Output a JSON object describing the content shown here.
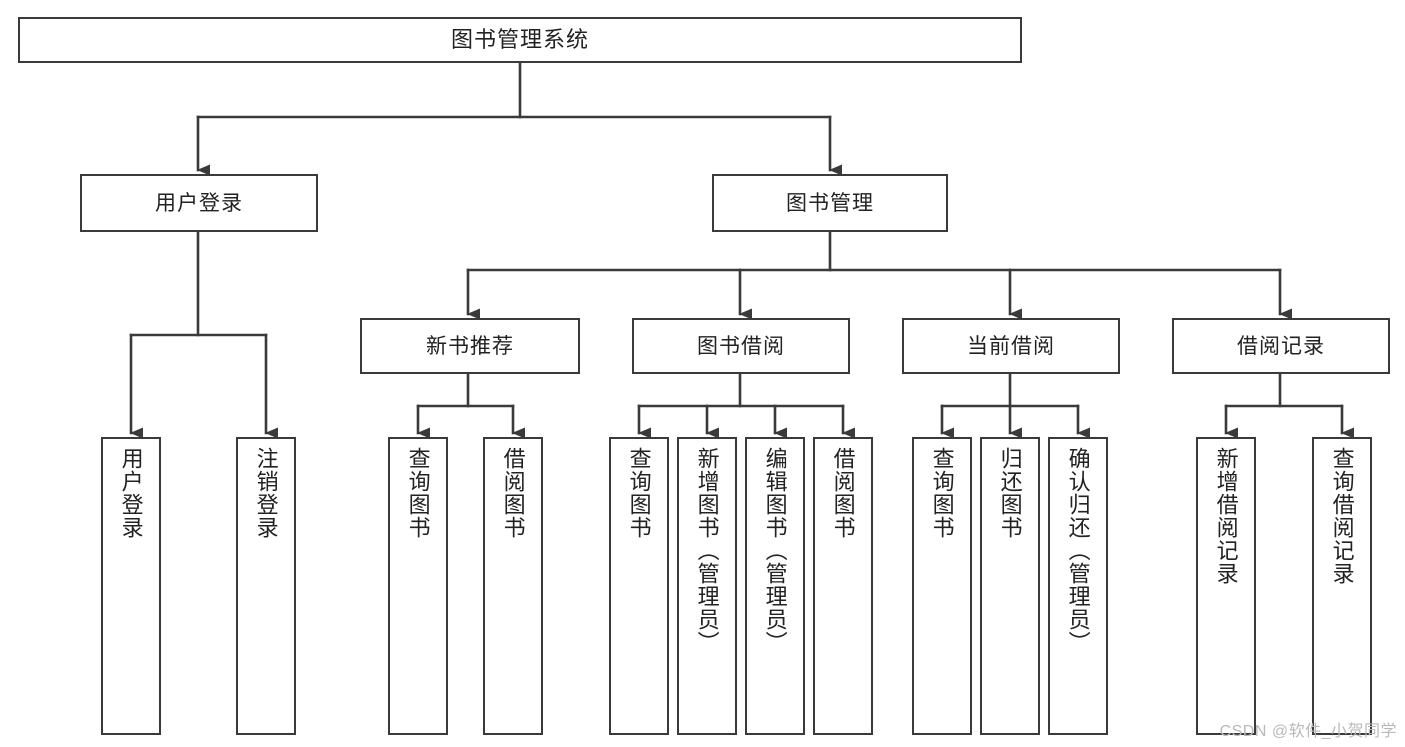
{
  "diagram": {
    "title": "图书管理系统",
    "type": "tree-hierarchy",
    "root": {
      "label": "图书管理系统"
    },
    "level2": [
      {
        "label": "用户登录"
      },
      {
        "label": "图书管理"
      }
    ],
    "level3": [
      {
        "label": "新书推荐"
      },
      {
        "label": "图书借阅"
      },
      {
        "label": "当前借阅"
      },
      {
        "label": "借阅记录"
      }
    ],
    "leaves": {
      "user_login": [
        {
          "label": "用户登录"
        },
        {
          "label": "注销登录"
        }
      ],
      "new_book_recommend": [
        {
          "label": "查询图书"
        },
        {
          "label": "借阅图书"
        }
      ],
      "book_borrow": [
        {
          "label": "查询图书"
        },
        {
          "label": "新增图书（管理员）"
        },
        {
          "label": "编辑图书（管理员）"
        },
        {
          "label": "借阅图书"
        }
      ],
      "current_borrow": [
        {
          "label": "查询图书"
        },
        {
          "label": "归还图书"
        },
        {
          "label": "确认归还（管理员）"
        }
      ],
      "borrow_record": [
        {
          "label": "新增借阅记录"
        },
        {
          "label": "查询借阅记录"
        }
      ]
    }
  },
  "watermark": {
    "text": "CSDN @软件_小贺同学"
  },
  "colors": {
    "stroke": "#3a3a3a",
    "fill": "#ffffff",
    "text": "#222222",
    "watermark": "#b9b9b9"
  }
}
